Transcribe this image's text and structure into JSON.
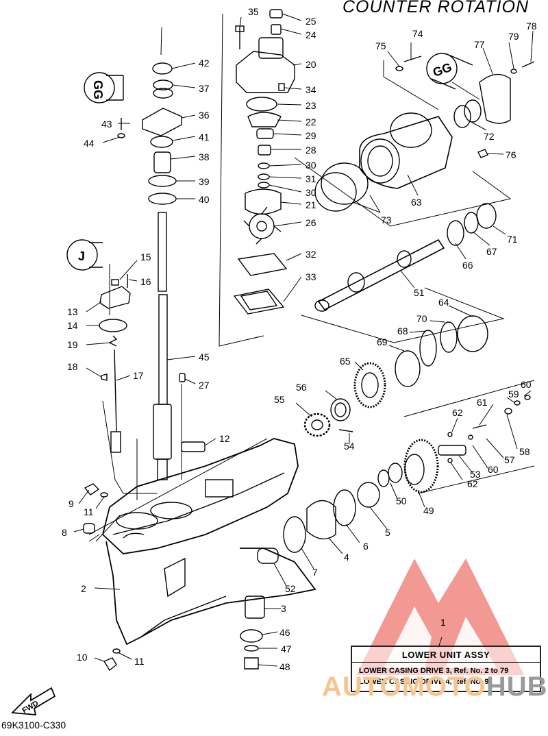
{
  "header": {
    "title": "COUNTER ROTATION"
  },
  "callouts": [
    {
      "id": "l35",
      "text": "35"
    },
    {
      "id": "l25",
      "text": "25"
    },
    {
      "id": "l24",
      "text": "24"
    },
    {
      "id": "l20",
      "text": "20"
    },
    {
      "id": "l34",
      "text": "34"
    },
    {
      "id": "l23",
      "text": "23"
    },
    {
      "id": "l22",
      "text": "22"
    },
    {
      "id": "l29",
      "text": "29"
    },
    {
      "id": "l28",
      "text": "28"
    },
    {
      "id": "l30a",
      "text": "30"
    },
    {
      "id": "l31",
      "text": "31"
    },
    {
      "id": "l30b",
      "text": "30"
    },
    {
      "id": "l21",
      "text": "21"
    },
    {
      "id": "l26",
      "text": "26"
    },
    {
      "id": "l32",
      "text": "32"
    },
    {
      "id": "l33",
      "text": "33"
    },
    {
      "id": "l42",
      "text": "42"
    },
    {
      "id": "l37",
      "text": "37"
    },
    {
      "id": "l36",
      "text": "36"
    },
    {
      "id": "l43",
      "text": "43"
    },
    {
      "id": "l44",
      "text": "44"
    },
    {
      "id": "l41",
      "text": "41"
    },
    {
      "id": "l38",
      "text": "38"
    },
    {
      "id": "l39",
      "text": "39"
    },
    {
      "id": "l40",
      "text": "40"
    },
    {
      "id": "l15",
      "text": "15"
    },
    {
      "id": "l16",
      "text": "16"
    },
    {
      "id": "l13",
      "text": "13"
    },
    {
      "id": "l14",
      "text": "14"
    },
    {
      "id": "l19",
      "text": "19"
    },
    {
      "id": "l45",
      "text": "45"
    },
    {
      "id": "l18",
      "text": "18"
    },
    {
      "id": "l17",
      "text": "17"
    },
    {
      "id": "l27",
      "text": "27"
    },
    {
      "id": "l12",
      "text": "12"
    },
    {
      "id": "l74",
      "text": "74"
    },
    {
      "id": "l75",
      "text": "75"
    },
    {
      "id": "l77",
      "text": "77"
    },
    {
      "id": "l79",
      "text": "79"
    },
    {
      "id": "l78",
      "text": "78"
    },
    {
      "id": "l72",
      "text": "72"
    },
    {
      "id": "l76",
      "text": "76"
    },
    {
      "id": "l63",
      "text": "63"
    },
    {
      "id": "l73",
      "text": "73"
    },
    {
      "id": "l71",
      "text": "71"
    },
    {
      "id": "l67",
      "text": "67"
    },
    {
      "id": "l66",
      "text": "66"
    },
    {
      "id": "l51",
      "text": "51"
    },
    {
      "id": "l64",
      "text": "64"
    },
    {
      "id": "l70",
      "text": "70"
    },
    {
      "id": "l68",
      "text": "68"
    },
    {
      "id": "l69",
      "text": "69"
    },
    {
      "id": "l65",
      "text": "65"
    },
    {
      "id": "l56",
      "text": "56"
    },
    {
      "id": "l55",
      "text": "55"
    },
    {
      "id": "l54",
      "text": "54"
    },
    {
      "id": "l60a",
      "text": "60"
    },
    {
      "id": "l59",
      "text": "59"
    },
    {
      "id": "l61",
      "text": "61"
    },
    {
      "id": "l62a",
      "text": "62"
    },
    {
      "id": "l58",
      "text": "58"
    },
    {
      "id": "l57",
      "text": "57"
    },
    {
      "id": "l60b",
      "text": "60"
    },
    {
      "id": "l53",
      "text": "53"
    },
    {
      "id": "l62b",
      "text": "62"
    },
    {
      "id": "l50",
      "text": "50"
    },
    {
      "id": "l49",
      "text": "49"
    },
    {
      "id": "l5",
      "text": "5"
    },
    {
      "id": "l6",
      "text": "6"
    },
    {
      "id": "l4",
      "text": "4"
    },
    {
      "id": "l7",
      "text": "7"
    },
    {
      "id": "l52",
      "text": "52"
    },
    {
      "id": "l9",
      "text": "9"
    },
    {
      "id": "l11a",
      "text": "11"
    },
    {
      "id": "l8",
      "text": "8"
    },
    {
      "id": "l2",
      "text": "2"
    },
    {
      "id": "l3",
      "text": "3"
    },
    {
      "id": "l46",
      "text": "46"
    },
    {
      "id": "l47",
      "text": "47"
    },
    {
      "id": "l10",
      "text": "10"
    },
    {
      "id": "l11b",
      "text": "11"
    },
    {
      "id": "l48",
      "text": "48"
    },
    {
      "id": "l1",
      "text": "1"
    }
  ],
  "sealant_tags": {
    "gg_a": "GG",
    "gg_b": "GG",
    "j": "J"
  },
  "fwd_arrow": {
    "label": "FWD"
  },
  "info_box": {
    "title": "LOWER UNIT ASSY",
    "line1": "LOWER CASING DRIVE 3, Ref. No. 2 to 79",
    "line2": "LOWER CASING DRIVE 4, Ref. No. 9"
  },
  "part_code": "69K3100-C330",
  "watermark": {
    "part1": "AUTOMOTO",
    "part2": "HUB",
    "color_a": "#f7c48f",
    "color_b": "#9a9a9a",
    "logo_color": "#e8453c"
  }
}
